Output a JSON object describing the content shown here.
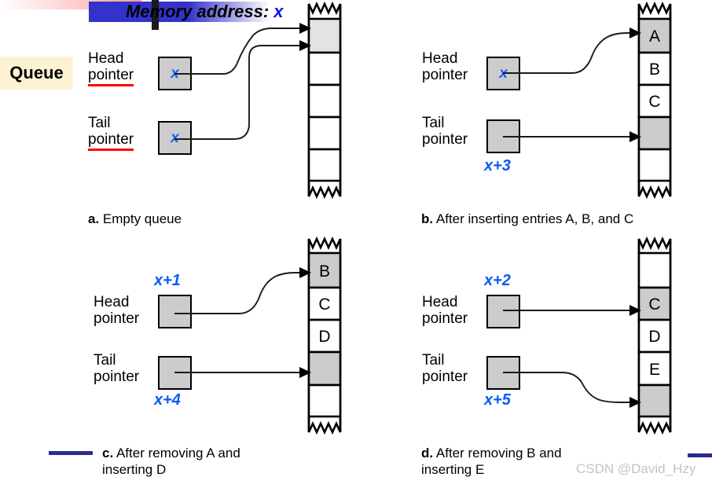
{
  "title": {
    "text_prefix": "Memory address: ",
    "variable": "x"
  },
  "callout": {
    "label": "Queue"
  },
  "colors": {
    "pointer_box_fill": "#cccccc",
    "memory_cell_fill": "#cccccc",
    "memory_cell_empty": "#ffffff",
    "address_text": "#0a5cf5",
    "underline_red": "#ff0000",
    "caption_rule": "#2b2b8f",
    "callout_bg": "#fdf3d2",
    "watermark": "#c4c4c4",
    "deco_blue": "#3333cc",
    "deco_pink": "#ff9a9a"
  },
  "labels": {
    "head": "Head\npointer",
    "tail": "Tail\npointer",
    "head_line1": "Head",
    "head_line2": "pointer",
    "tail_line1": "Tail",
    "tail_line2": "pointer"
  },
  "panels": [
    {
      "id": "a",
      "caption_marker": "a.",
      "caption_text": " Empty queue",
      "has_caption_rule": false,
      "head_pointer": {
        "value": "x",
        "address_label": "",
        "address_position": "none",
        "underline": true
      },
      "tail_pointer": {
        "value": "x",
        "address_label": "",
        "address_position": "none",
        "underline": true
      },
      "memory_cells": [
        {
          "text": "",
          "filled": true
        },
        {
          "text": "",
          "filled": false
        },
        {
          "text": "",
          "filled": false
        },
        {
          "text": "",
          "filled": false
        },
        {
          "text": "",
          "filled": false
        }
      ],
      "head_target_cell": 0,
      "tail_target_cell": 0
    },
    {
      "id": "b",
      "caption_marker": "b.",
      "caption_text": " After inserting entries A, B, and C",
      "has_caption_rule": false,
      "head_pointer": {
        "value": "x",
        "address_label": "",
        "address_position": "none",
        "underline": false
      },
      "tail_pointer": {
        "value": "",
        "address_label": "x+3",
        "address_position": "below",
        "underline": false
      },
      "memory_cells": [
        {
          "text": "A",
          "filled": true
        },
        {
          "text": "B",
          "filled": false
        },
        {
          "text": "C",
          "filled": false
        },
        {
          "text": "",
          "filled": true
        },
        {
          "text": "",
          "filled": false
        }
      ],
      "head_target_cell": 0,
      "tail_target_cell": 3
    },
    {
      "id": "c",
      "caption_marker": "c.",
      "caption_text": " After removing A and\n    inserting D",
      "has_caption_rule": true,
      "head_pointer": {
        "value": "",
        "address_label": "x+1",
        "address_position": "above",
        "underline": false
      },
      "tail_pointer": {
        "value": "",
        "address_label": "x+4",
        "address_position": "below",
        "underline": false
      },
      "memory_cells": [
        {
          "text": "B",
          "filled": true
        },
        {
          "text": "C",
          "filled": false
        },
        {
          "text": "D",
          "filled": false
        },
        {
          "text": "",
          "filled": true
        },
        {
          "text": "",
          "filled": false
        }
      ],
      "head_target_cell": 0,
      "tail_target_cell": 3
    },
    {
      "id": "d",
      "caption_marker": "d.",
      "caption_text": " After removing B and\n    inserting E",
      "has_caption_rule": true,
      "head_pointer": {
        "value": "",
        "address_label": "x+2",
        "address_position": "above",
        "underline": false
      },
      "tail_pointer": {
        "value": "",
        "address_label": "x+5",
        "address_position": "below",
        "underline": false
      },
      "memory_cells": [
        {
          "text": "",
          "filled": false
        },
        {
          "text": "C",
          "filled": true
        },
        {
          "text": "D",
          "filled": false
        },
        {
          "text": "E",
          "filled": false
        },
        {
          "text": "",
          "filled": true
        }
      ],
      "head_target_cell": 1,
      "tail_target_cell": 4
    }
  ],
  "watermark": {
    "text": "CSDN @David_Hzy"
  }
}
